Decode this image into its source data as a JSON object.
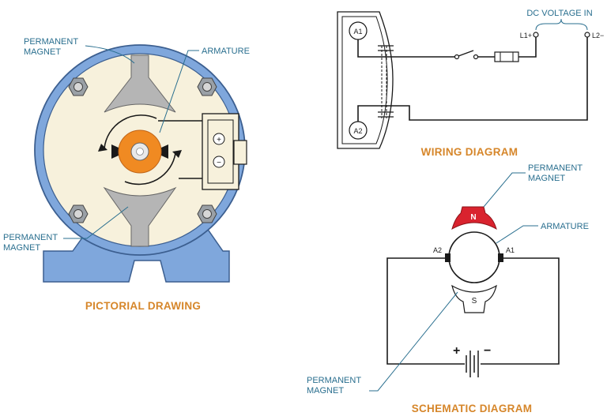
{
  "colors": {
    "label_text": "#2a6f8f",
    "title_text": "#d6862a",
    "frame_blue": "#7fa7dc",
    "housing_cream": "#f7f1dc",
    "pole_gray": "#b5b5b5",
    "armature_orange": "#f08a22",
    "north_red": "#d9232e",
    "wire_black": "#1a1a1a"
  },
  "pictorial": {
    "title": "PICTORIAL DRAWING",
    "label_magnet_top_1": "PERMANENT",
    "label_magnet_top_2": "MAGNET",
    "label_armature": "ARMATURE",
    "label_magnet_bottom_1": "PERMANENT",
    "label_magnet_bottom_2": "MAGNET",
    "terminal_plus": "+",
    "terminal_minus": "−"
  },
  "wiring": {
    "title": "WIRING DIAGRAM",
    "supply_label": "DC VOLTAGE IN",
    "l1_label": "L1+",
    "l2_label": "L2−",
    "a1_label": "A1",
    "a2_label": "A2"
  },
  "schematic": {
    "title": "SCHEMATIC DIAGRAM",
    "label_magnet_top_1": "PERMANENT",
    "label_magnet_top_2": "MAGNET",
    "label_armature": "ARMATURE",
    "label_magnet_bottom_1": "PERMANENT",
    "label_magnet_bottom_2": "MAGNET",
    "pole_n": "N",
    "pole_s": "S",
    "a1_label": "A1",
    "a2_label": "A2",
    "battery_plus": "+",
    "battery_minus": "−"
  }
}
